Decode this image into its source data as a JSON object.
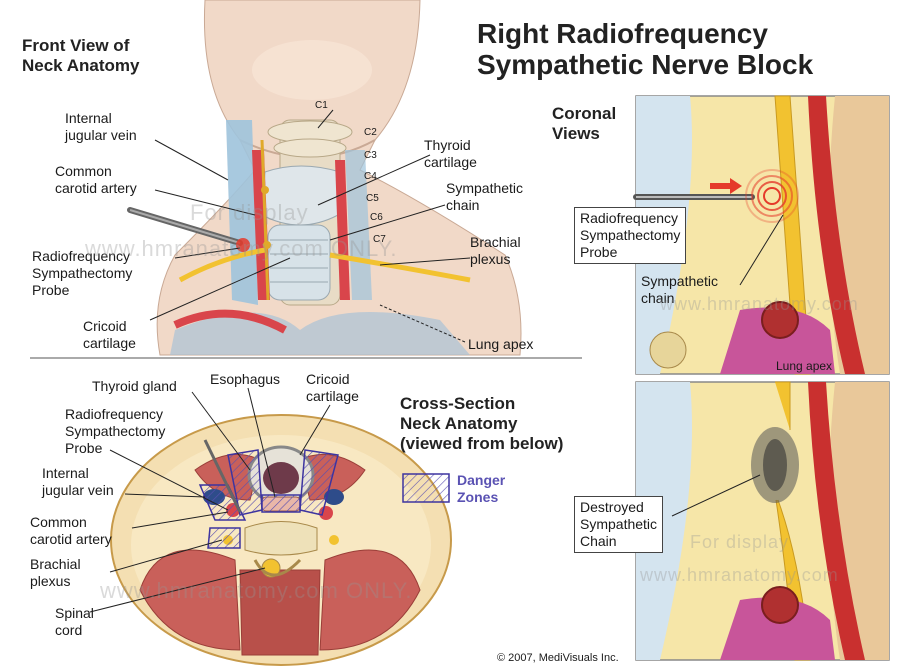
{
  "title": "Right Radiofrequency\nSympathetic Nerve Block",
  "front_view": {
    "heading": "Front View of\nNeck Anatomy",
    "vertebrae": [
      "C1",
      "C2",
      "C3",
      "C4",
      "C5",
      "C6",
      "C7"
    ],
    "labels": {
      "internal_jugular": "Internal\njugular vein",
      "common_carotid": "Common\ncarotid artery",
      "rf_probe": "Radiofrequency\nSympathectomy\nProbe",
      "cricoid": "Cricoid\ncartilage",
      "thyroid_cartilage": "Thyroid\ncartilage",
      "sympathetic_chain": "Sympathetic\nchain",
      "brachial_plexus": "Brachial\nplexus",
      "lung_apex": "Lung apex"
    }
  },
  "cross_section": {
    "heading": "Cross-Section\nNeck Anatomy\n(viewed from below)",
    "legend_label": "Danger\nZones",
    "labels": {
      "thyroid_gland": "Thyroid gland",
      "esophagus": "Esophagus",
      "cricoid": "Cricoid\ncartilage",
      "rf_probe": "Radiofrequency\nSympathectomy\nProbe",
      "internal_jugular": "Internal\njugular vein",
      "common_carotid": "Common\ncarotid artery",
      "brachial_plexus": "Brachial\nplexus",
      "spinal_cord": "Spinal\ncord"
    }
  },
  "coronal": {
    "heading": "Coronal\nViews",
    "probe_label": "Radiofrequency\nSympathectomy\nProbe",
    "chain_label": "Sympathetic\nchain",
    "lung_label": "Lung apex",
    "destroyed_label": "Destroyed\nSympathetic\nChain"
  },
  "watermarks": {
    "w1": "For display",
    "w2": "www.hmranatomy.com ONLY.",
    "w3": "www.hmranatomy.com ONLY.",
    "w4": "www.hmranatomy.com",
    "w5": "For display",
    "w6": "www.hmranatomy.com"
  },
  "copyright": "© 2007, MediVisuals Inc.",
  "colors": {
    "vein": "#9ec3dc",
    "artery": "#d9454b",
    "nerve": "#f2c230",
    "danger": "#5a4fb0",
    "fat": "#f6e6a8",
    "muscle": "#c9605a",
    "lung": "#c8559a",
    "probe_arrow": "#e53a2a"
  }
}
